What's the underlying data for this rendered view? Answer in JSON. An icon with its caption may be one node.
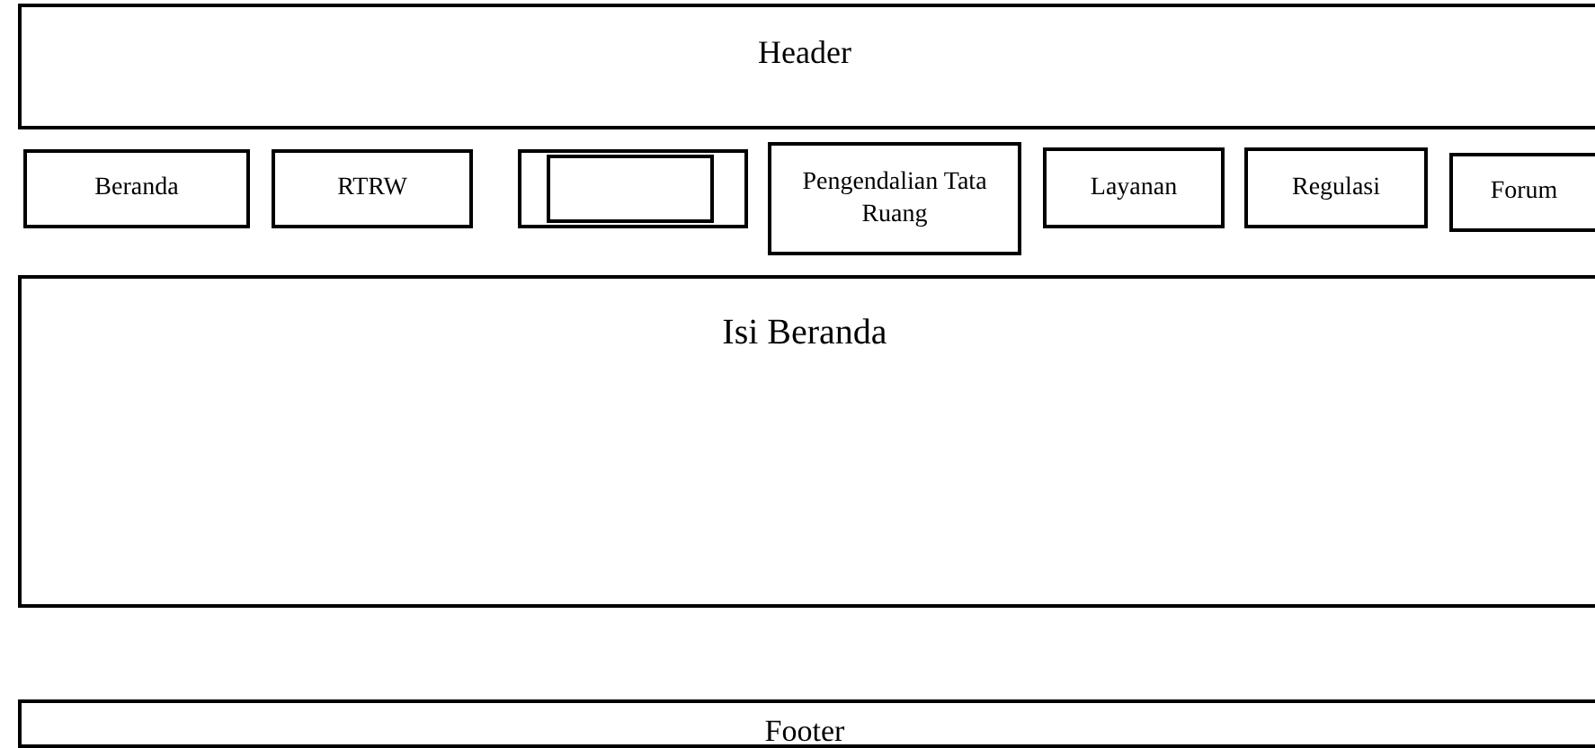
{
  "diagram": {
    "nodes": [
      {
        "text": [
          "Header"
        ]
      },
      {
        "text": [
          "Beranda"
        ]
      },
      {
        "text": [
          "RTRW"
        ]
      },
      {
        "text": [],
        "shape": "box"
      },
      {
        "text": [],
        "shape": "box",
        "in": 3
      },
      {
        "text": [
          "Pengendalian Tata Ruang"
        ]
      },
      {
        "text": [
          "Layanan"
        ]
      },
      {
        "text": [
          "Regulasi"
        ]
      },
      {
        "text": [
          "Forum"
        ]
      },
      {
        "text": [
          "Isi Beranda"
        ]
      },
      {
        "text": [
          "Footer"
        ]
      }
    ]
  }
}
